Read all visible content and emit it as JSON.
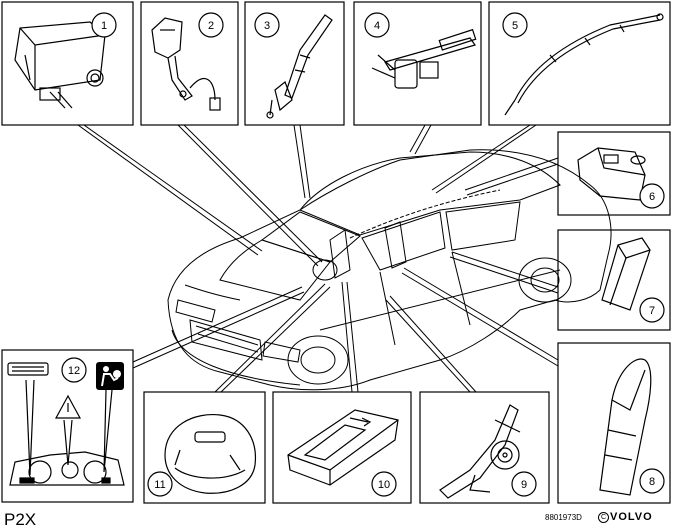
{
  "diagram": {
    "components": [
      {
        "number": "1"
      },
      {
        "number": "2"
      },
      {
        "number": "3"
      },
      {
        "number": "4"
      },
      {
        "number": "5"
      },
      {
        "number": "6"
      },
      {
        "number": "7"
      },
      {
        "number": "8"
      },
      {
        "number": "9"
      },
      {
        "number": "10"
      },
      {
        "number": "11"
      },
      {
        "number": "12"
      }
    ]
  },
  "footer": {
    "model": "P2X",
    "drawing_code": "8801973D",
    "copyright_symbol": "C",
    "brand": "VOLVO"
  }
}
